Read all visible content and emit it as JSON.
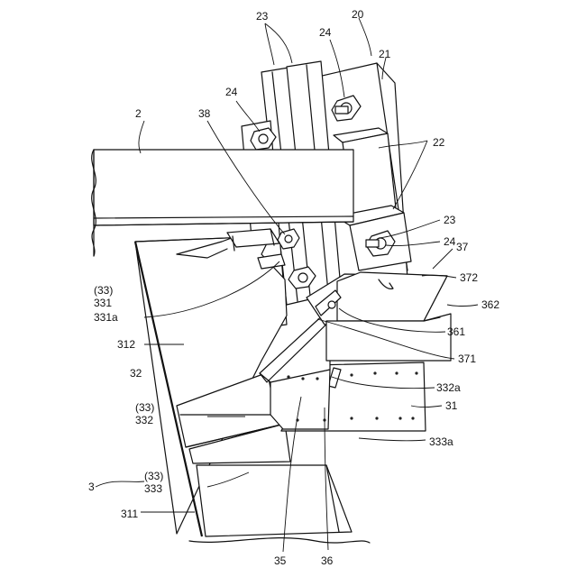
{
  "figure": {
    "labels": {
      "l20": "20",
      "l21": "21",
      "l23_top": "23",
      "l24_top": "24",
      "l24_left": "24",
      "l2": "2",
      "l38": "38",
      "l22": "22",
      "l23_mid": "23",
      "l24_mid": "24",
      "l37": "37",
      "l372": "372",
      "l362": "362",
      "l33_a": "(33)",
      "l331": "331",
      "l331a": "331a",
      "l312": "312",
      "l32": "32",
      "l361": "361",
      "l371": "371",
      "l332a": "332a",
      "l33_b": "(33)",
      "l332": "332",
      "l31": "31",
      "l3": "3",
      "l33_c": "(33)",
      "l333": "333",
      "l333a": "333a",
      "l311": "311",
      "l35": "35",
      "l36": "36"
    }
  }
}
